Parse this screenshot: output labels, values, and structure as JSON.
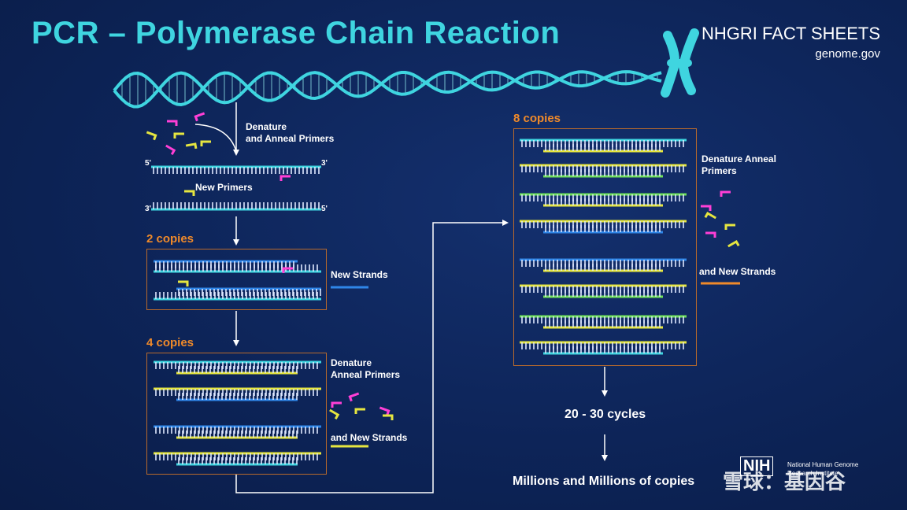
{
  "header": {
    "title": "PCR – Polymerase Chain Reaction",
    "brand_line1": "NHGRI FACT SHEETS",
    "brand_line2": "genome.gov"
  },
  "steps": {
    "denature_anneal": "Denature\nand Anneal Primers",
    "new_primers": "New Primers",
    "two_copies": "2 copies",
    "new_strands": "New Strands",
    "four_copies": "4 copies",
    "denature_anneal_primers": "Denature\nAnneal Primers",
    "and_new_strands": "and New Strands",
    "eight_copies": "8 copies",
    "denature_anneal_primers_8": "Denature Anneal\nPrimers",
    "and_new_strands_8": "and New Strands",
    "cycles": "20 - 30 cycles",
    "millions": "Millions and Millions of copies"
  },
  "strand_ends": {
    "five": "5'",
    "three": "3'"
  },
  "footer": {
    "nih_logo": "NIH",
    "nih_text1": "National Human Genome",
    "nih_text2": "Research Institute",
    "watermark": "雪球：基因谷"
  },
  "colors": {
    "cyan": "#3fd5e0",
    "blue": "#2f86e8",
    "yellow": "#e6e640",
    "green": "#6fe05a",
    "magenta": "#ff3fd6",
    "orange": "#f08a2a",
    "box_border": "#b86a2c"
  }
}
